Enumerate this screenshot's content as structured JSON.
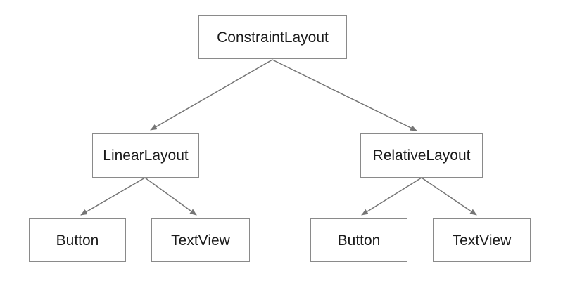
{
  "diagram": {
    "title": "view-hierarchy-tree",
    "type": "tree",
    "nodes": [
      {
        "id": "constraintlayout",
        "label": "ConstraintLayout",
        "level": 0
      },
      {
        "id": "linearlayout",
        "label": "LinearLayout",
        "level": 1,
        "parent": "constraintlayout"
      },
      {
        "id": "relativelayout",
        "label": "RelativeLayout",
        "level": 1,
        "parent": "constraintlayout"
      },
      {
        "id": "button-left",
        "label": "Button",
        "level": 2,
        "parent": "linearlayout"
      },
      {
        "id": "textview-left",
        "label": "TextView",
        "level": 2,
        "parent": "linearlayout"
      },
      {
        "id": "button-right",
        "label": "Button",
        "level": 2,
        "parent": "relativelayout"
      },
      {
        "id": "textview-right",
        "label": "TextView",
        "level": 2,
        "parent": "relativelayout"
      }
    ],
    "edges": [
      {
        "from": "constraintlayout",
        "to": "linearlayout"
      },
      {
        "from": "constraintlayout",
        "to": "relativelayout"
      },
      {
        "from": "linearlayout",
        "to": "button-left"
      },
      {
        "from": "linearlayout",
        "to": "textview-left"
      },
      {
        "from": "relativelayout",
        "to": "button-right"
      },
      {
        "from": "relativelayout",
        "to": "textview-right"
      }
    ],
    "colors": {
      "background": "#ffffff",
      "box_fill": "#ffffff",
      "box_border": "#8a8a8a",
      "edge": "#757575",
      "text": "#1a1a1a"
    }
  }
}
